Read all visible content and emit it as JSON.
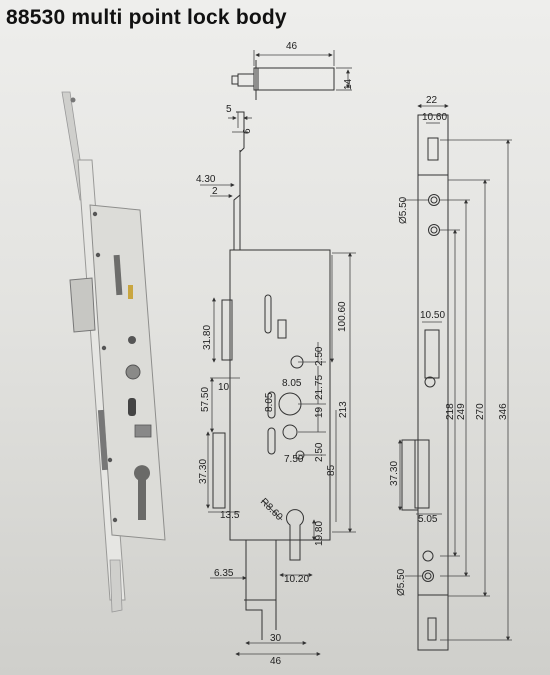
{
  "title": "88530  multi point lock body",
  "dimensions": {
    "d46_top": "46",
    "d14": "14",
    "d5": "5",
    "d6": "6",
    "d4_30": "4.30",
    "d2": "2",
    "d100_60": "100.60",
    "d31_80": "31.80",
    "d2_50a": "2.50",
    "d8_05a": "8.05",
    "d21_75": "21.75",
    "d8_05b": "8.05",
    "d10": "10",
    "d57_50": "57.50",
    "d19": "19",
    "d213": "213",
    "d7_50": "7.50",
    "d2_50b": "2.50",
    "d85": "85",
    "d37_30a": "37.30",
    "d13_5": "13.5",
    "dR8_60": "R8.60",
    "d19_80": "19.80",
    "d6_35": "6.35",
    "d10_20": "10.20",
    "d30": "30",
    "d46_bottom": "46",
    "d22": "22",
    "d10_60": "10.60",
    "dphi5_50a": "Ø5.50",
    "d10_50": "10.50",
    "d37_30b": "37.30",
    "d5_05": "5.05",
    "d218": "218",
    "d249": "249",
    "d270": "270",
    "d346": "346",
    "dphi5_50b": "Ø5.50"
  }
}
